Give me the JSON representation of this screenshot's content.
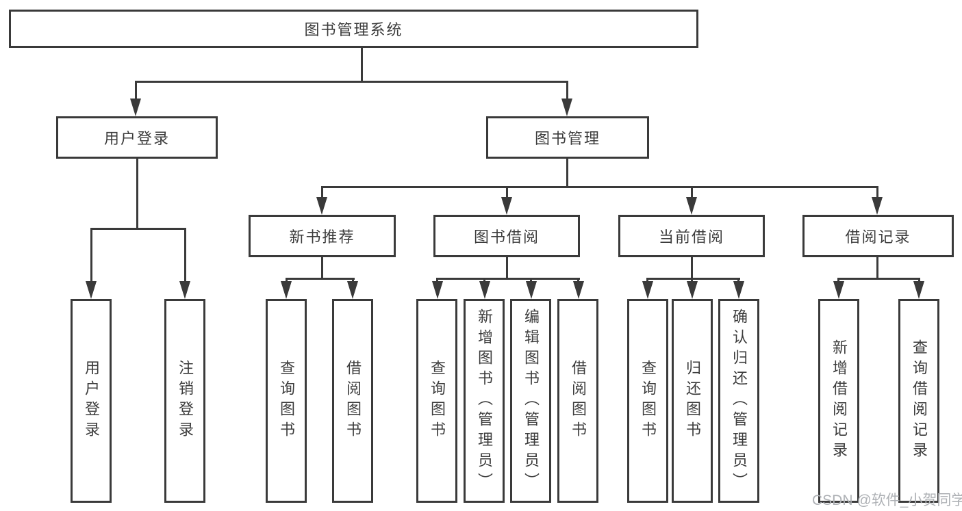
{
  "diagram": {
    "root": {
      "label": "图书管理系统"
    },
    "level2": [
      {
        "label": "用户登录"
      },
      {
        "label": "图书管理"
      }
    ],
    "level3": [
      {
        "label": "新书推荐"
      },
      {
        "label": "图书借阅"
      },
      {
        "label": "当前借阅"
      },
      {
        "label": "借阅记录"
      }
    ],
    "leaves": {
      "user_login": [
        "用户登录",
        "注销登录"
      ],
      "new_book_recommend": [
        "查询图书",
        "借阅图书"
      ],
      "book_borrow": [
        "查询图书",
        "新增图书（管理员）",
        "编辑图书（管理员）",
        "借阅图书"
      ],
      "current_borrow": [
        "查询图书",
        "归还图书",
        "确认归还（管理员）"
      ],
      "borrow_records": [
        "新增借阅记录",
        "查询借阅记录"
      ]
    }
  },
  "watermark": {
    "text": "CSDN @软件_小贺同学"
  },
  "colors": {
    "stroke": "#3a3a3a",
    "text": "#3c3c3c",
    "watermark": "#aeb1b5",
    "background": "#ffffff"
  }
}
